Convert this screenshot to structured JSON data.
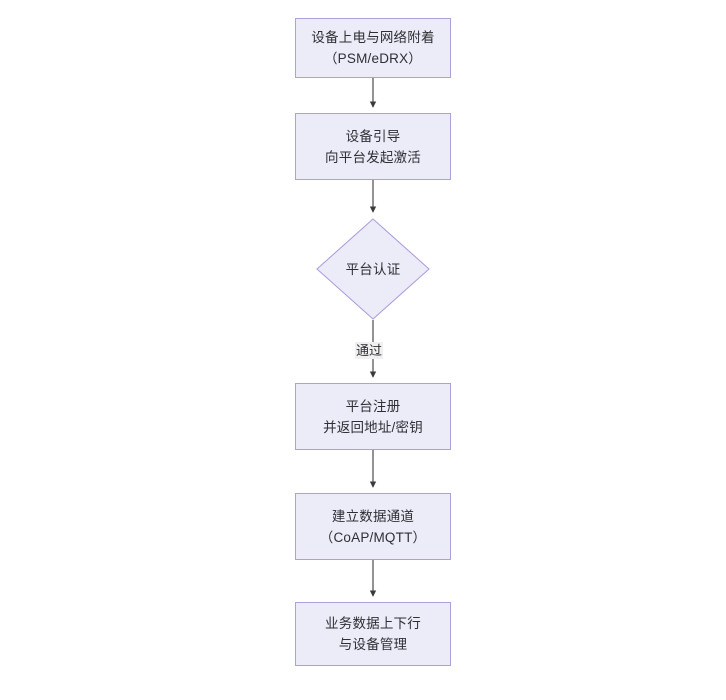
{
  "diagram": {
    "type": "flowchart",
    "orientation": "vertical-top-down",
    "background_color": "#ffffff",
    "node_fill_color": "#ececf9",
    "node_border_color": "#b09fdb",
    "node_text_color": "#2e2e33",
    "edge_color": "#3b3b3b",
    "edge_label_background": "#f0f0f0",
    "nodes": [
      {
        "id": "node-power-on",
        "shape": "rectangle",
        "lines": [
          "设备上电与网络附着",
          "（PSM/eDRX）"
        ]
      },
      {
        "id": "node-bootstrap",
        "shape": "rectangle",
        "lines": [
          "设备引导",
          "向平台发起激活"
        ]
      },
      {
        "id": "node-platform-auth",
        "shape": "diamond",
        "lines": [
          "平台认证"
        ]
      },
      {
        "id": "node-platform-register",
        "shape": "rectangle",
        "lines": [
          "平台注册",
          "并返回地址/密钥"
        ]
      },
      {
        "id": "node-data-channel",
        "shape": "rectangle",
        "lines": [
          "建立数据通道",
          "（CoAP/MQTT）"
        ]
      },
      {
        "id": "node-business-data",
        "shape": "rectangle",
        "lines": [
          "业务数据上下行",
          "与设备管理"
        ]
      }
    ],
    "edges": [
      {
        "id": "edge-1",
        "from": "node-power-on",
        "to": "node-bootstrap",
        "label": ""
      },
      {
        "id": "edge-2",
        "from": "node-bootstrap",
        "to": "node-platform-auth",
        "label": ""
      },
      {
        "id": "edge-3",
        "from": "node-platform-auth",
        "to": "node-platform-register",
        "label": "通过"
      },
      {
        "id": "edge-4",
        "from": "node-platform-register",
        "to": "node-data-channel",
        "label": ""
      },
      {
        "id": "edge-5",
        "from": "node-data-channel",
        "to": "node-business-data",
        "label": ""
      }
    ]
  }
}
